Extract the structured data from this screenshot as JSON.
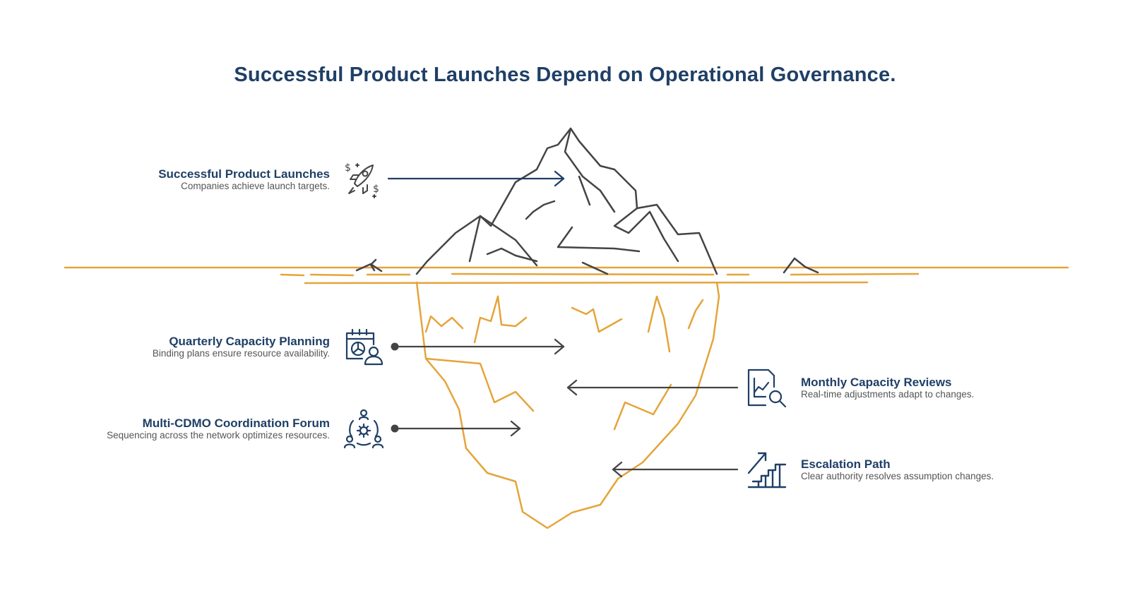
{
  "title": "Successful Product Launches Depend on Operational Governance.",
  "colors": {
    "navy": "#1f3f66",
    "iceberg_above": "#444444",
    "iceberg_below": "#e5a43a",
    "arrow": "#444444"
  },
  "items": [
    {
      "title": "Successful Product Launches",
      "description": "Companies achieve launch targets.",
      "icon": "rocket-dollar-icon"
    },
    {
      "title": "Quarterly Capacity Planning",
      "description": "Binding plans ensure resource availability.",
      "icon": "calendar-chart-person-icon"
    },
    {
      "title": "Multi-CDMO Coordination Forum",
      "description": "Sequencing across the network optimizes resources.",
      "icon": "network-gear-people-icon"
    },
    {
      "title": "Monthly Capacity Reviews",
      "description": "Real-time adjustments adapt to changes.",
      "icon": "chart-magnifier-icon"
    },
    {
      "title": "Escalation Path",
      "description": "Clear authority resolves assumption changes.",
      "icon": "stairs-arrow-icon"
    }
  ]
}
